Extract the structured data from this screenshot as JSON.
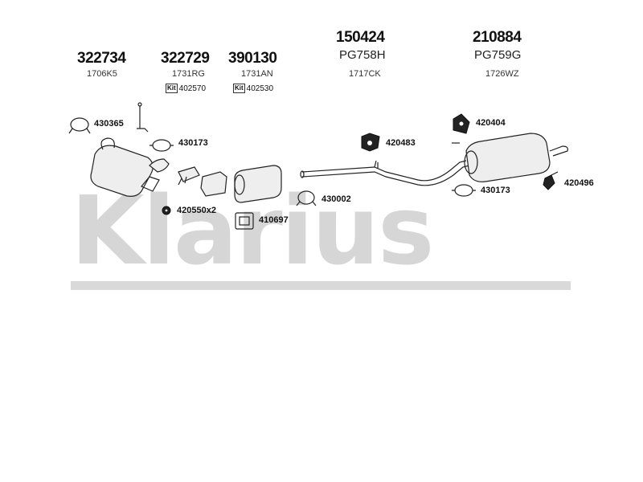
{
  "brand_watermark": "Klarius",
  "assemblies": [
    {
      "number": "322734",
      "ref": "1706K5"
    },
    {
      "number": "322729",
      "ref": "1731RG",
      "kit": "402570"
    },
    {
      "number": "390130",
      "ref": "1731AN",
      "kit": "402530"
    },
    {
      "number": "150424",
      "ref": "PG758H",
      "ref2": "1717CK"
    },
    {
      "number": "210884",
      "ref": "PG759G",
      "ref2": "1726WZ"
    }
  ],
  "kit_tag": "Kit",
  "parts": {
    "p430365": "430365",
    "p430173_left": "430173",
    "p420550": "420550x2",
    "p410697": "410697",
    "p430002": "430002",
    "p420483": "420483",
    "p420404": "420404",
    "p430173_right": "430173",
    "p420496": "420496"
  }
}
